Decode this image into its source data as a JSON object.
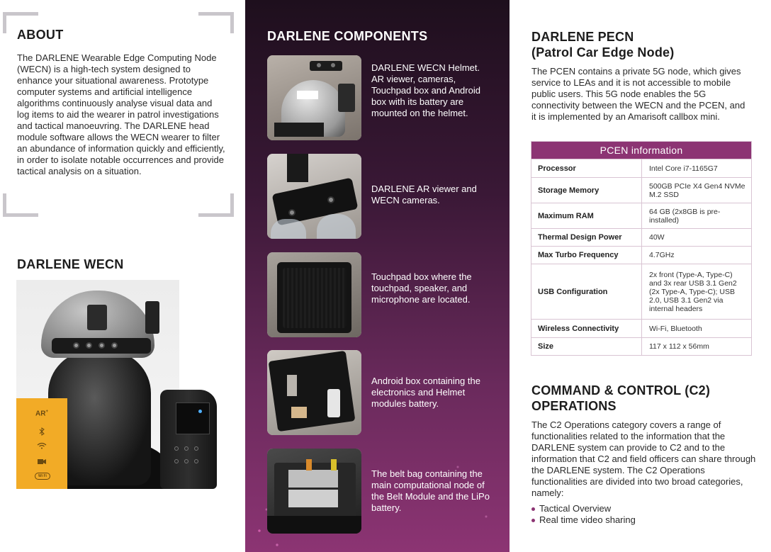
{
  "about": {
    "heading": "ABOUT",
    "text": "The DARLENE Wearable Edge Computing Node (WECN) is a high-tech system designed to enhance your situational awareness. Prototype computer systems and artificial intelligence algorithms continuously analyse visual data and log items to aid the wearer in patrol investigations and tactical manoeuvring. The DARLENE head module software allows the WECN wearer to filter an abundance of information quickly and efficiently, in order to isolate notable occurrences and provide tactical analysis on a situation."
  },
  "wecn": {
    "heading": "DARLENE WECN",
    "features": {
      "ar_label": "AR",
      "icons": [
        "bluetooth-icon",
        "wifi-icon",
        "camera-icon"
      ],
      "wifi_badge": "Wi Fi"
    }
  },
  "components": {
    "heading": "DARLENE COMPONENTS",
    "items": [
      {
        "text": "DARLENE WECN Helmet. AR viewer, cameras, Touchpad box and Android box with its battery are mounted on the helmet."
      },
      {
        "text": "DARLENE AR viewer and WECN cameras."
      },
      {
        "text": "Touchpad box where the touchpad, speaker, and microphone are located."
      },
      {
        "text": "Android box containing the electronics and Helmet modules battery."
      },
      {
        "text": "The belt bag containing the main computational node of the Belt Module and the LiPo battery."
      }
    ]
  },
  "pecn": {
    "heading_line1": "DARLENE PECN",
    "heading_line2": "(Patrol Car Edge Node)",
    "text": "The PCEN contains a private 5G node, which gives service to LEAs and it is not accessible to mobile public users. This 5G node enables the 5G connectivity between the WECN and the PCEN, and it is implemented by an Amarisoft callbox mini.",
    "table_title": "PCEN information",
    "table": [
      {
        "key": "Processor",
        "value": "Intel Core i7-1165G7"
      },
      {
        "key": "Storage Memory",
        "value": "500GB PCIe X4 Gen4 NVMe M.2 SSD"
      },
      {
        "key": "Maximum RAM",
        "value": "64 GB (2x8GB is pre-installed)"
      },
      {
        "key": "Thermal Design Power",
        "value": "40W"
      },
      {
        "key": "Max Turbo Frequency",
        "value": "4.7GHz"
      },
      {
        "key": "USB Configuration",
        "value": "2x front (Type-A, Type-C) and 3x rear USB 3.1 Gen2 (2x Type-A, Type-C); USB 2.0, USB 3.1 Gen2 via internal headers"
      },
      {
        "key": "Wireless Connectivity",
        "value": "Wi-Fi, Bluetooth"
      },
      {
        "key": "Size",
        "value": "117 x 112 x 56mm"
      }
    ]
  },
  "c2": {
    "heading_line1": "COMMAND & CONTROL (C2)",
    "heading_line2": "OPERATIONS",
    "text": "The C2 Operations category covers a range of functionalities related to the information that the DARLENE system can provide to C2 and to the information that C2 and field officers can share through the DARLENE system. The C2 Operations functionalities are divided into two broad categories, namely:",
    "bullets": [
      "Tactical Overview",
      "Real time video sharing"
    ]
  },
  "colors": {
    "brand_purple": "#8c3473",
    "dark_purple": "#1e0f1d",
    "accent_yellow": "#f2ab26"
  }
}
